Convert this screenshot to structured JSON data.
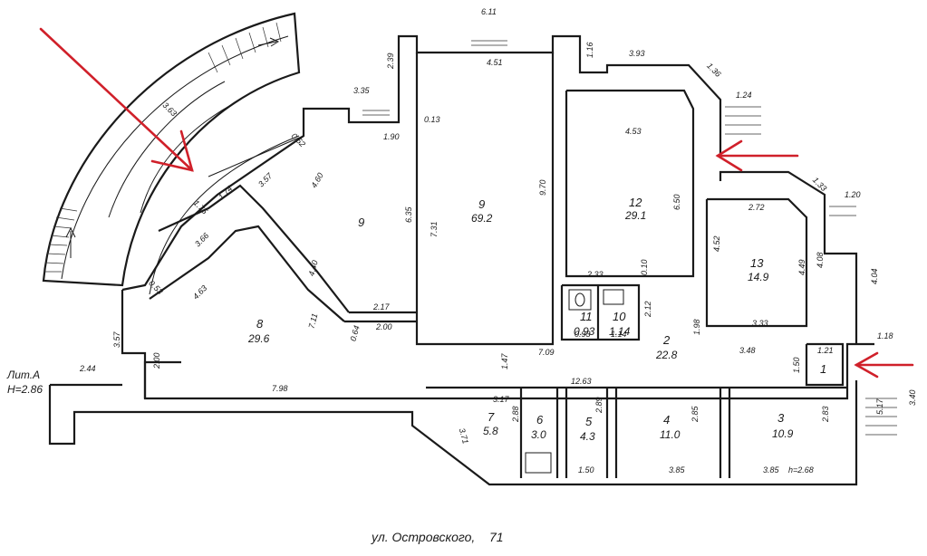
{
  "plan": {
    "liter": "Лит.А",
    "height": "H=2.86",
    "street": "ул. Островского,",
    "house": "71",
    "extra_height": "h=2.68"
  },
  "rooms": [
    {
      "number": "1",
      "area": ""
    },
    {
      "number": "2",
      "area": "22.8"
    },
    {
      "number": "3",
      "area": "10.9"
    },
    {
      "number": "4",
      "area": "11.0"
    },
    {
      "number": "5",
      "area": "4.3"
    },
    {
      "number": "6",
      "area": "3.0"
    },
    {
      "number": "7",
      "area": "5.8"
    },
    {
      "number": "8",
      "area": "29.6"
    },
    {
      "number": "9",
      "area": "69.2"
    },
    {
      "number": "9",
      "area": ""
    },
    {
      "number": "10",
      "area": "1.14"
    },
    {
      "number": "11",
      "area": "0.93"
    },
    {
      "number": "12",
      "area": "29.1"
    },
    {
      "number": "13",
      "area": "14.9"
    }
  ],
  "dimensions": [
    "6.11",
    "4.51",
    "2.39",
    "1.16",
    "3.93",
    "1.36",
    "1.24",
    "3.35",
    "0.13",
    "1.90",
    "4.53",
    "9.70",
    "6.50",
    "6.35",
    "7.31",
    "1.33",
    "1.20",
    "2.72",
    "4.52",
    "4.49",
    "4.08",
    "4.04",
    "3.63",
    "0.52",
    "3.57",
    "4.60",
    "1.74",
    "1.75",
    "3.66",
    "0.53",
    "4.63",
    "4.40",
    "2.17",
    "2.33",
    "0.10",
    "2.12",
    "1.98",
    "3.33",
    "7.11",
    "0.64",
    "2.00",
    "7.09",
    "3.48",
    "1.18",
    "1.21",
    "1.50",
    "3.57",
    "2.44",
    "2.00",
    "1.47",
    "12.63",
    "7.98",
    "3.17",
    "2.88",
    "2.89",
    "2.85",
    "2.83",
    "3.71",
    "1.50",
    "3.85",
    "3.85",
    "0.93",
    "1.14",
    "3.40",
    "5.17"
  ]
}
